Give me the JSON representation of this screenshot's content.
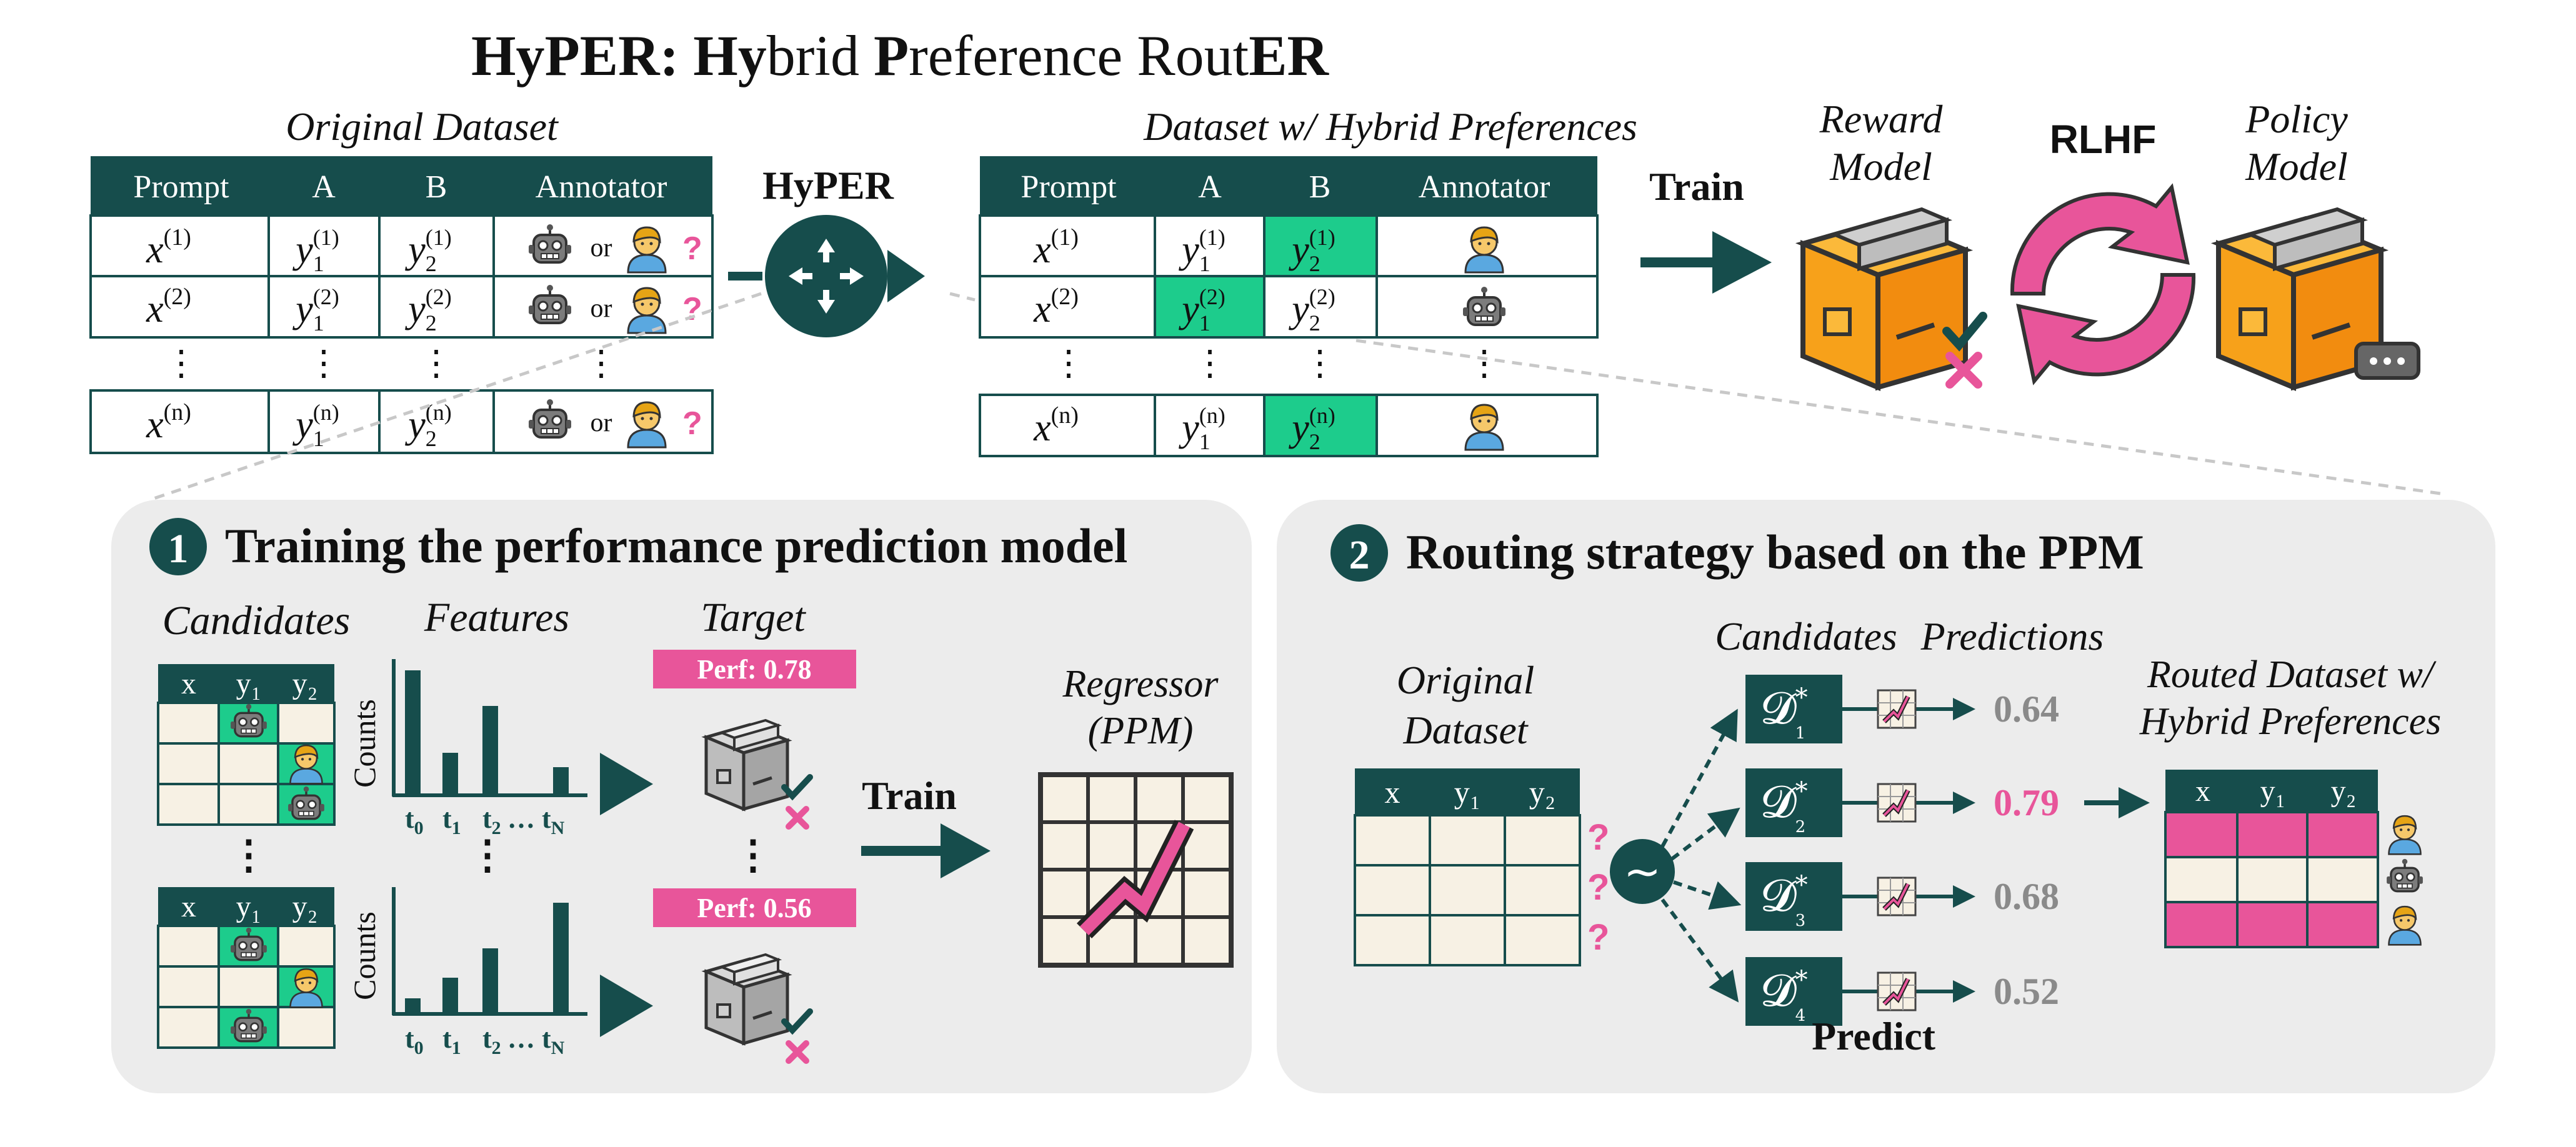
{
  "colors": {
    "teal": "#164d4c",
    "green": "#1dcc8c",
    "pink": "#e8559a",
    "orange": "#f7a11a",
    "panel": "#ececec",
    "cream": "#f7f1e4",
    "gray_text": "#8a8a8a"
  },
  "title": {
    "part1": "Hy",
    "part2": "PER: ",
    "part3": "Hy",
    "part4": "brid ",
    "part5": "P",
    "part6": "reference Rout",
    "part7": "ER"
  },
  "top": {
    "original_label": "Original Dataset",
    "hybrid_label": "Dataset w/ Hybrid Preferences",
    "headers": [
      "Prompt",
      "A",
      "B",
      "Annotator"
    ],
    "rows": [
      {
        "x": "x",
        "sup": "(1)",
        "y1": "y",
        "y1sub": "1",
        "y1sup": "(1)",
        "y2": "y",
        "y2sub": "2",
        "y2sup": "(1)"
      },
      {
        "x": "x",
        "sup": "(2)",
        "y1": "y",
        "y1sub": "1",
        "y1sup": "(2)",
        "y2": "y",
        "y2sub": "2",
        "y2sup": "(2)"
      },
      {
        "x": "x",
        "sup": "(n)",
        "y1": "y",
        "y1sub": "1",
        "y1sup": "(n)",
        "y2": "y",
        "y2sub": "2",
        "y2sup": "(n)"
      }
    ],
    "or": "or",
    "question": "?",
    "dots": "⋮",
    "hyper": "HyPER",
    "train": "Train",
    "reward_model_1": "Reward",
    "reward_model_2": "Model",
    "rlhf": "RLHF",
    "policy_model_1": "Policy",
    "policy_model_2": "Model"
  },
  "panel1": {
    "number": "1",
    "title": "Training the performance prediction model",
    "candidates": "Candidates",
    "features": "Features",
    "target": "Target",
    "cand_headers": [
      "x",
      "y₁",
      "y₂"
    ],
    "counts": "Counts",
    "ticks": [
      "t",
      "t",
      "t",
      "… t"
    ],
    "tick_subs": [
      "0",
      "1",
      "2",
      "N"
    ],
    "perf1": "Perf: 0.78",
    "perf2": "Perf: 0.56",
    "train": "Train",
    "regressor_1": "Regressor",
    "regressor_2": "(PPM)",
    "vdots": "⋮"
  },
  "panel2": {
    "number": "2",
    "title": "Routing strategy based on the PPM",
    "original_1": "Original",
    "original_2": "Dataset",
    "headers": [
      "x",
      "y₁",
      "y₂"
    ],
    "candidates": "Candidates",
    "predictions": "Predictions",
    "routed_1": "Routed Dataset w/",
    "routed_2": "Hybrid Preferences",
    "tilde": "~",
    "question": "?",
    "d_symbol": "𝓓",
    "star": "*",
    "d_subs": [
      "1",
      "2",
      "3",
      "4"
    ],
    "values": [
      "0.64",
      "0.79",
      "0.68",
      "0.52"
    ],
    "best_index": 1,
    "predict": "Predict"
  }
}
